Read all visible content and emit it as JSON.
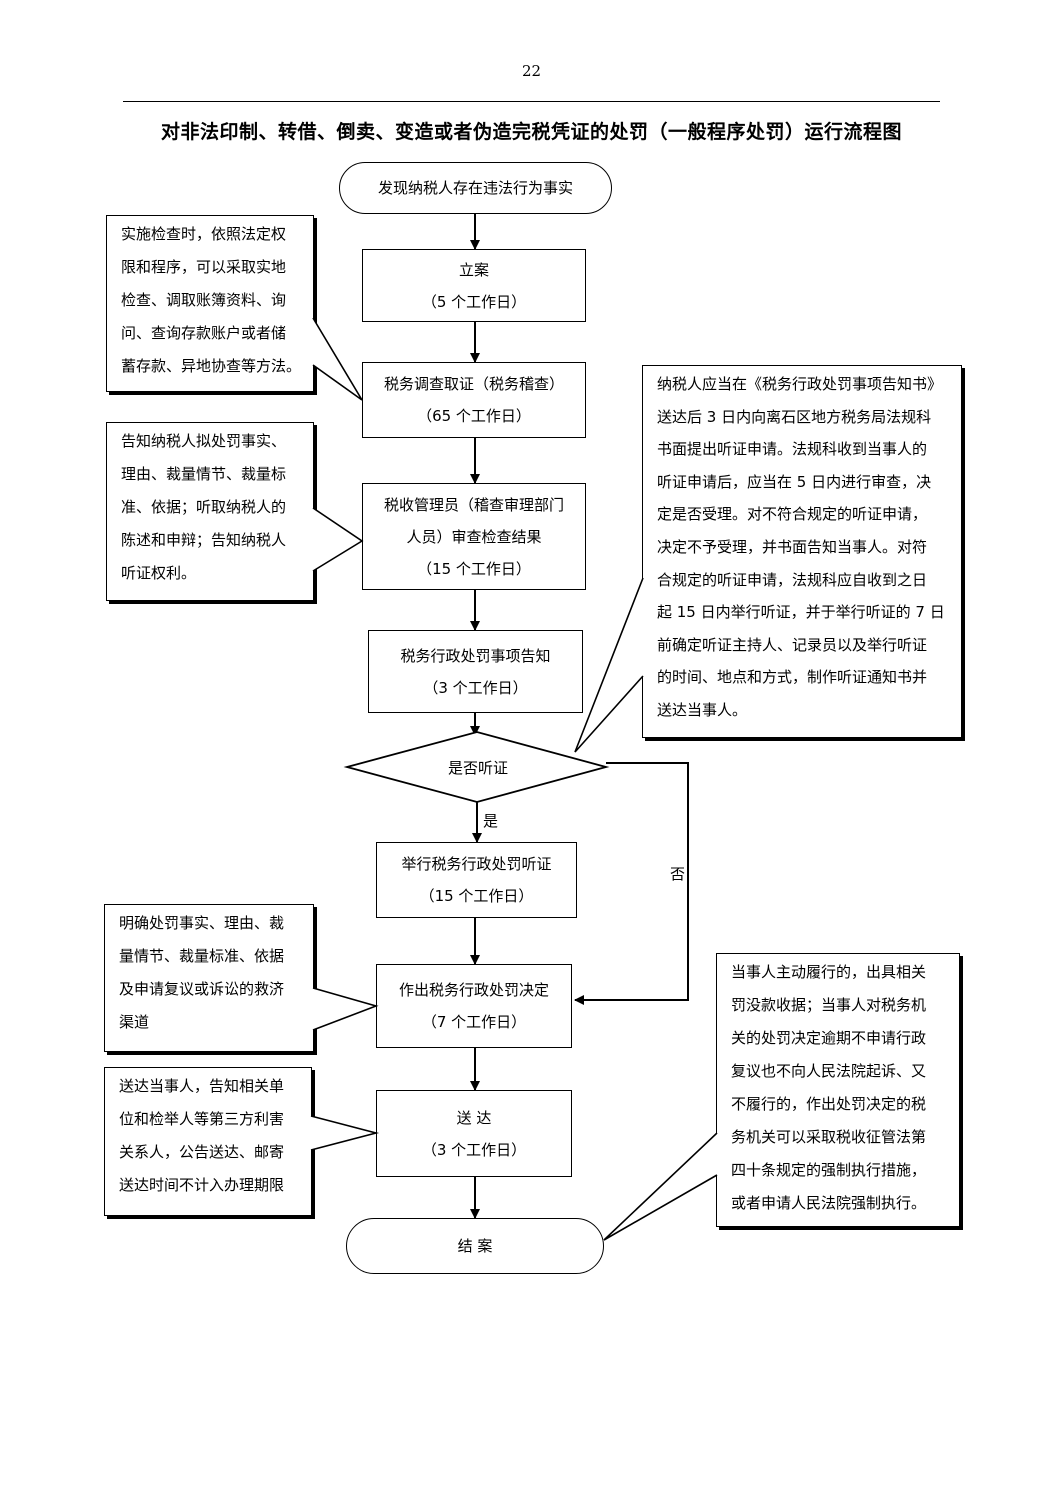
{
  "page_number": "22",
  "title": "对非法印制、转借、倒卖、变造或者伪造完税凭证的处罚（一般程序处罚）运行流程图",
  "flow": {
    "start": "发现纳税人存在违法行为事实",
    "step1": {
      "name": "立案",
      "time": "（5 个工作日）"
    },
    "step2": {
      "name": "税务调查取证（税务稽查）",
      "time": "（65 个工作日）"
    },
    "step3": {
      "name1": "税收管理员（稽查审理部门",
      "name2": "人员）审查检查结果",
      "time": "（15 个工作日）"
    },
    "step4": {
      "name": "税务行政处罚事项告知",
      "time": "（3 个工作日）"
    },
    "decision": "是否听证",
    "yes_label": "是",
    "no_label": "否",
    "step5": {
      "name": "举行税务行政处罚听证",
      "time": "（15 个工作日）"
    },
    "step6": {
      "name": "作出税务行政处罚决定",
      "time": "（7 个工作日）"
    },
    "step7": {
      "name": "送 达",
      "time": "（3 个工作日）"
    },
    "end": "结 案"
  },
  "notes": {
    "inspection": [
      "实施检查时，依照法定权",
      "限和程序，可以采取实地",
      "检查、调取账簿资料、询",
      "问、查询存款账户或者储",
      "蓄存款、异地协查等方法。"
    ],
    "notify": [
      "告知纳税人拟处罚事实、",
      "理由、裁量情节、裁量标",
      "准、依据；听取纳税人的",
      "陈述和申辩；告知纳税人",
      "听证权利。"
    ],
    "hearing": [
      "纳税人应当在《税务行政处罚事项告知书》",
      "送达后 3 日内向离石区地方税务局法规科",
      "书面提出听证申请。法规科收到当事人的",
      "听证申请后，应当在 5 日内进行审查，决",
      "定是否受理。对不符合规定的听证申请，",
      "决定不予受理，并书面告知当事人。对符",
      "合规定的听证申请，法规科应自收到之日",
      "起 15 日内举行听证，并于举行听证的 7 日",
      "前确定听证主持人、记录员以及举行听证",
      "的时间、地点和方式，制作听证通知书并",
      "送达当事人。"
    ],
    "decision": [
      "明确处罚事实、理由、裁",
      "量情节、裁量标准、依据",
      "及申请复议或诉讼的救济",
      "渠道"
    ],
    "delivery": [
      "送达当事人，告知相关单",
      "位和检举人等第三方利害",
      "关系人，公告送达、邮寄",
      "送达时间不计入办理期限"
    ],
    "enforcement": [
      "当事人主动履行的，出具相关",
      "罚没款收据；当事人对税务机",
      "关的处罚决定逾期不申请行政",
      "复议也不向人民法院起诉、又",
      "不履行的，作出处罚决定的税",
      "务机关可以采取税收征管法第",
      "四十条规定的强制执行措施，",
      "或者申请人民法院强制执行。"
    ]
  }
}
